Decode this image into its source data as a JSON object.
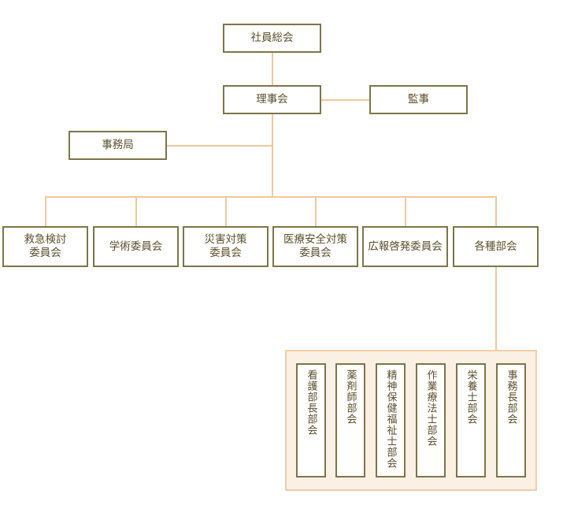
{
  "org": {
    "general_meeting": "社員総会",
    "board": "理事会",
    "auditor": "監事",
    "secretariat": "事務局",
    "committees": [
      "救急検討\n委員会",
      "学術委員会",
      "災害対策\n委員会",
      "医療安全対策\n委員会",
      "広報啓発委員会",
      "各種部会"
    ],
    "subcommittees": [
      "看護部長部会",
      "薬剤師部会",
      "精神保健福祉士部会",
      "作業療法士部会",
      "栄養士部会",
      "事務長部会"
    ]
  },
  "colors": {
    "box_border": "#7d7548",
    "connector": "#f0c89a",
    "panel_bg": "#faf0e4",
    "panel_border": "#f2cda6",
    "text": "#5b4e2a"
  }
}
